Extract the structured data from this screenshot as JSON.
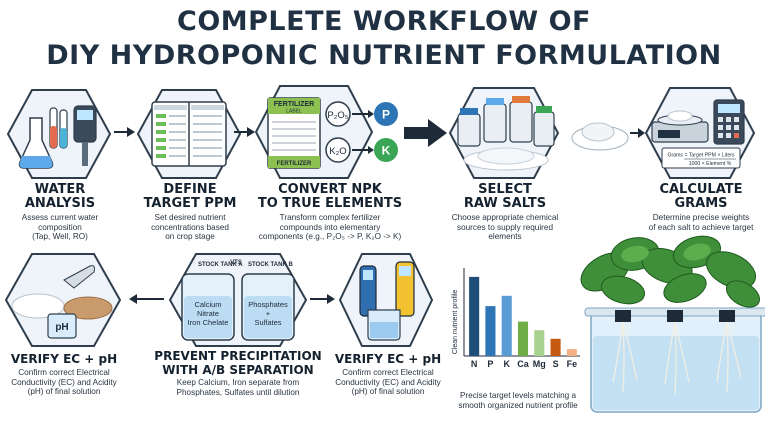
{
  "title": {
    "line1": "COMPLETE WORKFLOW OF",
    "line2": "DIY HYDROPONIC NUTRIENT FORMULATION"
  },
  "steps": [
    {
      "label_line1": "WATER",
      "label_line2": "ANALYSIS",
      "desc": [
        "Assess current water",
        "composition",
        "(Tap, Well, RO)"
      ]
    },
    {
      "label_line1": "DEFINE",
      "label_line2": "TARGET PPM",
      "desc": [
        "Set desired nutrient",
        "concentrations based",
        "on crop stage"
      ]
    },
    {
      "label_line1": "CONVERT NPK",
      "label_line2": "TO TRUE ELEMENTS",
      "desc": [
        "Transform complex fertilizer",
        "compounds into elementary",
        "components (e.g., P₂O₅ -> P, K₂O -> K)"
      ]
    },
    {
      "label_line1": "SELECT",
      "label_line2": "RAW SALTS",
      "desc": [
        "Choose appropriate chemical",
        "sources to supply required",
        "elements"
      ]
    },
    {
      "label_line1": "CALCULATE",
      "label_line2": "GRAMS",
      "desc": [
        "Determine precise weights",
        "of each salt to achieve target"
      ]
    },
    {
      "label_line1": "VERIFY EC + pH",
      "label_line2": "",
      "desc": [
        "Confirm correct Electrical",
        "Conductivity (EC) and Acidity",
        "(pH) of final solution"
      ]
    },
    {
      "label_line1": "PREVENT PRECIPITATION",
      "label_line2": "WITH A/B SEPARATION",
      "desc": [
        "Keep Calcium, Iron separate from",
        "Phosphates, Sulfates until dilution"
      ]
    },
    {
      "label_line1": "VERIFY EC + pH",
      "label_line2": "",
      "desc": [
        "Confirm correct Electrical",
        "Conductivity (EC) and Acidity",
        "(pH) of final solution"
      ]
    }
  ],
  "convert_icon": {
    "card_title": "FERTILIZER",
    "card_sub": "LABEL",
    "card_footer": "FERTILIZER",
    "compound_1": "P₂O₅",
    "element_1": "P",
    "compound_2": "K₂O",
    "element_2": "K"
  },
  "tanks": {
    "tank_a_label": "STOCK TANK A",
    "vs_label": "VTS",
    "tank_b_label": "STOCK TANK B",
    "tank_a_contents": [
      "Calcium",
      "Nitrate",
      "Iron Chelate"
    ],
    "tank_b_contents": [
      "Phosphates",
      "+",
      "Sulfates"
    ]
  },
  "ec_icon": {
    "cup_label": "pH"
  },
  "calc_icon": {
    "formula_line1": "Grams = Target PPM × Liters",
    "formula_line2": "1000 × Element %"
  },
  "chart_data": {
    "type": "bar",
    "ylabel": "Clean nutrient profile",
    "categories": [
      "N",
      "P",
      "K",
      "Ca",
      "Mg",
      "S",
      "Fe"
    ],
    "values": [
      92,
      58,
      70,
      40,
      30,
      20,
      8
    ],
    "colors": [
      "#1f4e79",
      "#2e75b6",
      "#5b9bd5",
      "#70ad47",
      "#a9d18e",
      "#c55a11",
      "#f4b183"
    ],
    "ylim": [
      0,
      100
    ],
    "caption": [
      "Precise target levels matching a",
      "smooth organized nutrient profile"
    ]
  },
  "colors": {
    "hex_border": "#2f3e4d",
    "hex_fill": "#eef4f9",
    "arrow": "#1e2a38",
    "accent_blue": "#2e75b6",
    "accent_green": "#3aa655"
  }
}
